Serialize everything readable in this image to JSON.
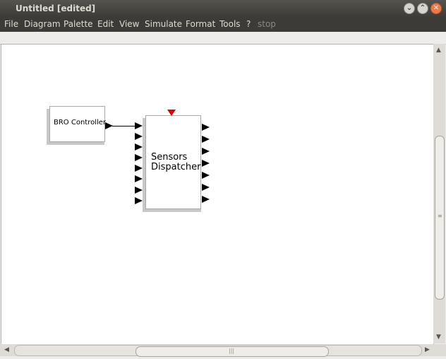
{
  "window": {
    "title": "Untitled [edited]",
    "buttons": {
      "minimize": "⌄",
      "maximize": "⌃",
      "close": "✕"
    }
  },
  "menu": {
    "items": [
      "File",
      "Diagram",
      "Palette",
      "Edit",
      "View",
      "Simulate",
      "Format",
      "Tools",
      "?",
      "stop"
    ]
  },
  "diagram": {
    "blocks": {
      "bro_controller": {
        "label": "BRO Controller"
      },
      "sensors_dispatcher": {
        "label_line1": "Sensors",
        "label_line2": "Dispatcher",
        "inputs": 8,
        "outputs": 7
      }
    }
  },
  "scrollbars": {
    "vertical": {
      "up": "▲",
      "down": "▼",
      "grip": "≡"
    },
    "horizontal": {
      "left": "◀",
      "right": "▶",
      "grip": "|||"
    }
  }
}
